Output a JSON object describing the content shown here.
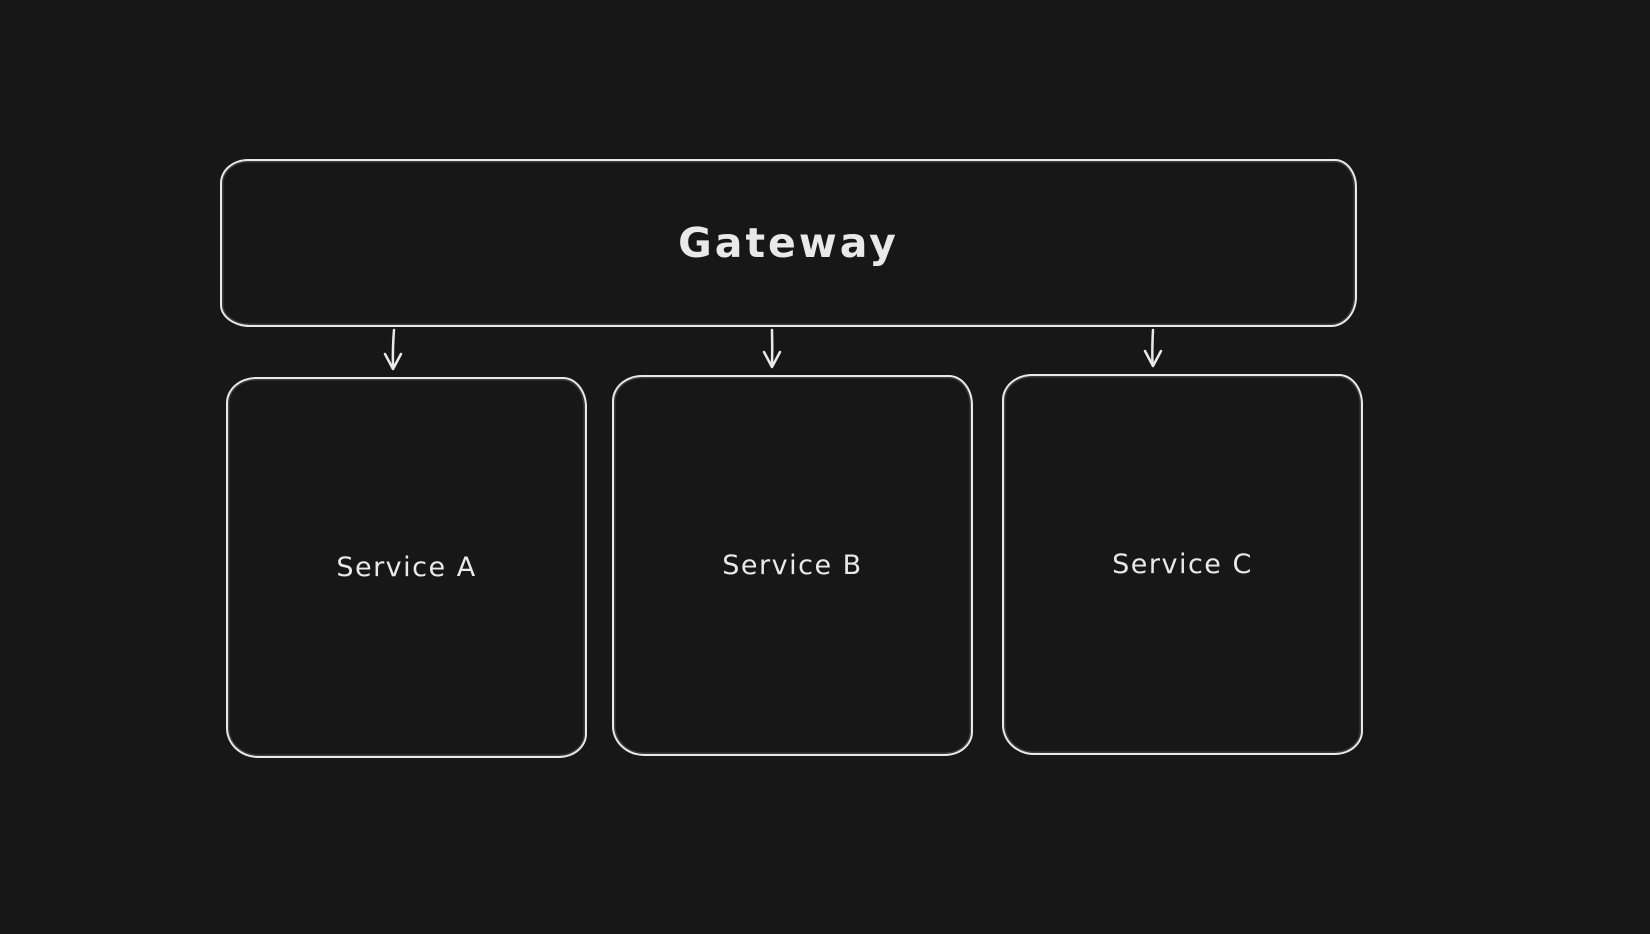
{
  "canvas": {
    "background_color": "#171717",
    "stroke_color": "#e9e9e9",
    "style": "hand-drawn whiteboard diagram on dark canvas"
  },
  "diagram": {
    "type": "architecture-flow",
    "nodes": [
      {
        "id": "gateway",
        "label": "Gateway",
        "shape": "rounded-rectangle",
        "role": "root"
      },
      {
        "id": "service-a",
        "label": "Service A",
        "shape": "rounded-rectangle",
        "role": "child"
      },
      {
        "id": "service-b",
        "label": "Service B",
        "shape": "rounded-rectangle",
        "role": "child"
      },
      {
        "id": "service-c",
        "label": "Service C",
        "shape": "rounded-rectangle",
        "role": "child"
      }
    ],
    "edges": [
      {
        "from": "gateway",
        "to": "service-a",
        "arrow": "down"
      },
      {
        "from": "gateway",
        "to": "service-b",
        "arrow": "down"
      },
      {
        "from": "gateway",
        "to": "service-c",
        "arrow": "down"
      }
    ]
  }
}
